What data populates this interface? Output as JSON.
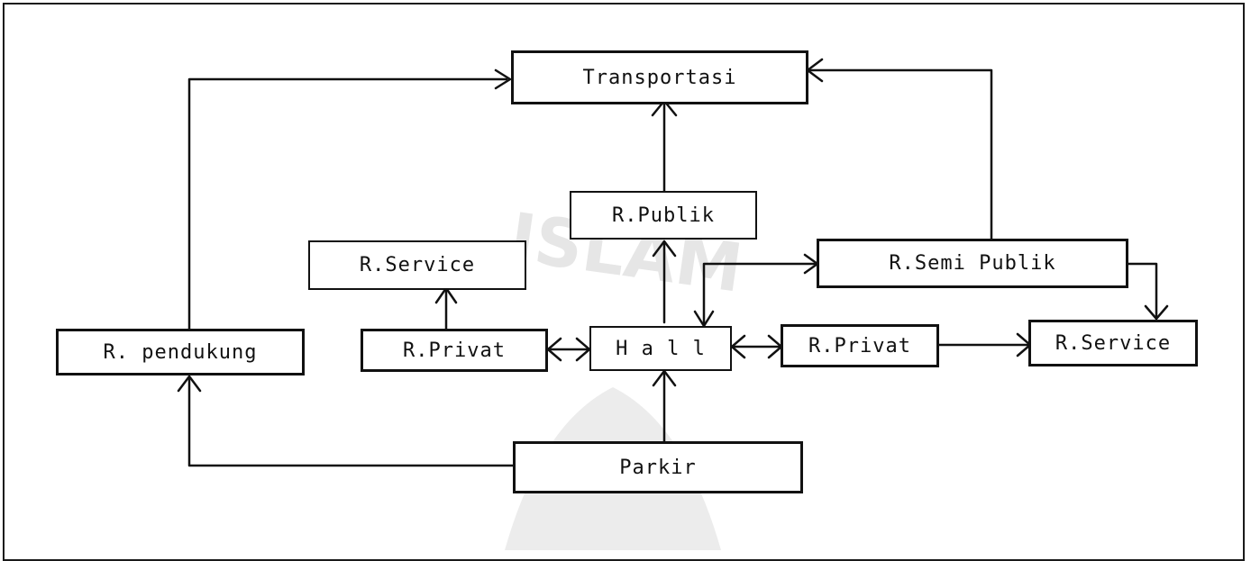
{
  "diagram": {
    "nodes": {
      "transportasi": "Transportasi",
      "r_publik": "R.Publik",
      "r_service_left": "R.Service",
      "r_semi_publik": "R.Semi Publik",
      "r_pendukung": "R. pendukung",
      "r_privat_left": "R.Privat",
      "hall": "H a l l",
      "r_privat_right": "R.Privat",
      "r_service_right": "R.Service",
      "parkir": "Parkir"
    },
    "watermark_text": "ISLAM"
  },
  "colors": {
    "line": "#111111",
    "background": "#ffffff",
    "watermark": "#e6e6e6"
  }
}
